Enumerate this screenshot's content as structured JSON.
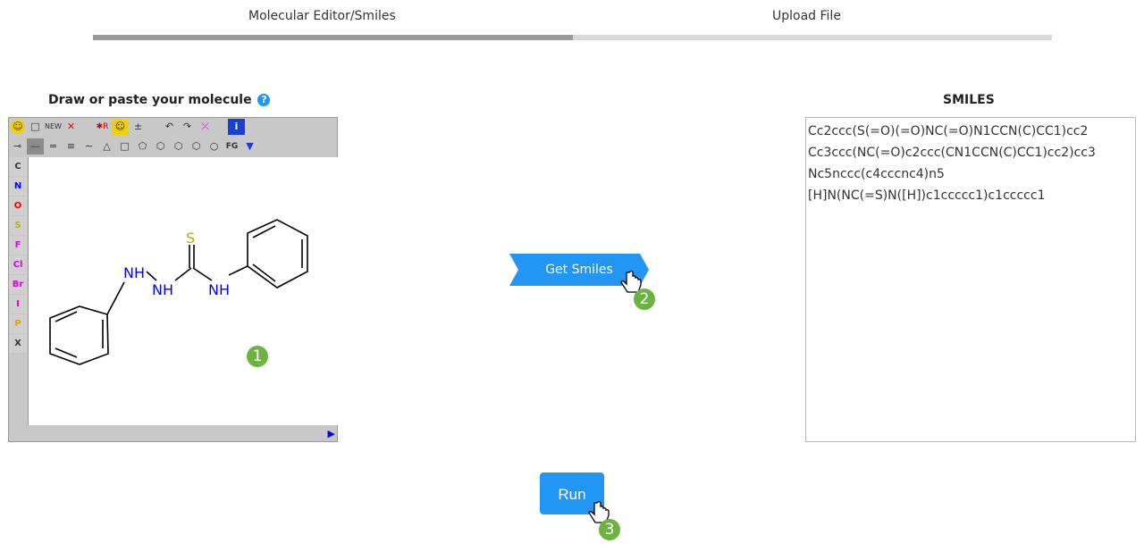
{
  "tabs": [
    {
      "label": "Molecular Editor/Smiles"
    },
    {
      "label": "Upload File"
    }
  ],
  "editor": {
    "title": "Draw or paste your molecule",
    "help_icon": "question-circle-icon",
    "toolbar_row1": [
      "☺",
      "□",
      "NEW",
      "✕",
      "",
      "✱R",
      "☺",
      "±",
      "",
      "↶",
      "↷",
      "⤫",
      "",
      "i"
    ],
    "toolbar_row2": [
      "⊸",
      "—",
      "=",
      "≡",
      "∼",
      "△",
      "□",
      "⬠",
      "⬡",
      "⬡",
      "⬡",
      "○",
      "FG",
      "▼"
    ],
    "atoms": [
      "C",
      "N",
      "O",
      "S",
      "F",
      "Cl",
      "Br",
      "I",
      "P",
      "X"
    ],
    "molecule_labels": {
      "nh1": "NH",
      "nh2": "NH",
      "nh3": "NH",
      "s": "S"
    }
  },
  "steps": {
    "one": "1",
    "two": "2",
    "three": "3"
  },
  "get_smiles": {
    "label": "Get Smiles"
  },
  "smiles": {
    "title": "SMILES",
    "lines": [
      "Cc2ccc(S(=O)(=O)NC(=O)N1CCN(C)CC1)cc2",
      "Cc3ccc(NC(=O)c2ccc(CN1CCN(C)CC1)cc2)cc3",
      "Nc5nccc(c4cccnc4)n5",
      "[H]N(NC(=S)N([H])c1ccccc1)c1ccccc1"
    ]
  },
  "run": {
    "label": "Run"
  },
  "colors": {
    "accent": "#2196f3",
    "step": "#6db33f",
    "nitrogen": "#0000ff",
    "sulfur": "#b5b000"
  }
}
